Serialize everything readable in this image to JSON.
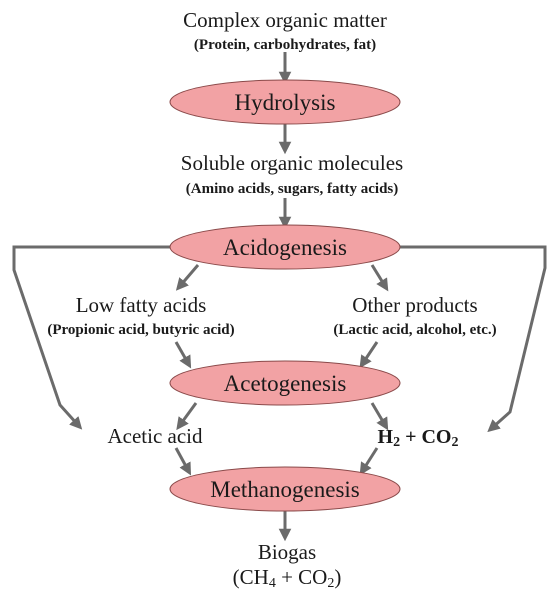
{
  "colors": {
    "stage_fill": "#F2A2A4",
    "arrow": "#6b6b6b",
    "text": "#1a1a1a"
  },
  "top": {
    "title": "Complex organic matter",
    "detail": "(Protein, carbohydrates, fat)"
  },
  "stages": {
    "hydrolysis": "Hydrolysis",
    "acidogenesis": "Acidogenesis",
    "acetogenesis": "Acetogenesis",
    "methanogenesis": "Methanogenesis"
  },
  "soluble": {
    "title": "Soluble organic molecules",
    "detail": "(Amino acids, sugars, fatty acids)"
  },
  "low_fatty": {
    "title": "Low fatty acids",
    "detail": "(Propionic acid, butyric acid)"
  },
  "other_products": {
    "title": "Other products",
    "detail": "(Lactic acid, alcohol, etc.)"
  },
  "acetic_acid": "Acetic acid",
  "h2_co2": {
    "h": "H",
    "h_sub": "2",
    "plus": " + CO",
    "co_sub": "2"
  },
  "biogas": {
    "title": "Biogas",
    "open": "(CH",
    "ch_sub": "4",
    "plus": " + CO",
    "co_sub": "2",
    "close": ")"
  }
}
